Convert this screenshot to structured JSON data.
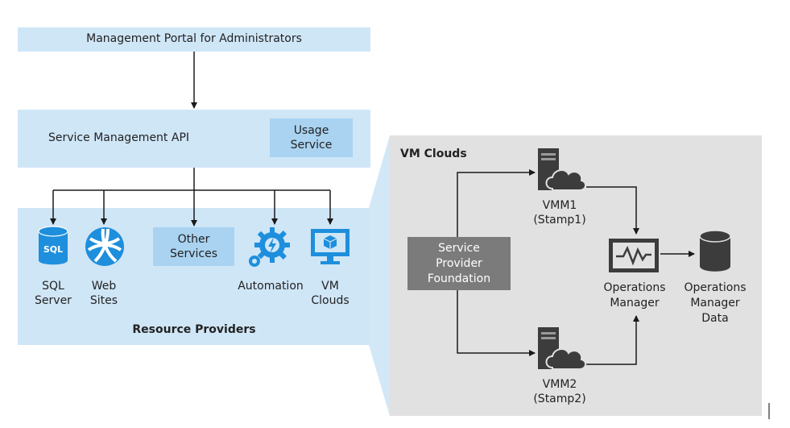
{
  "portal": {
    "label": "Management Portal for Administrators"
  },
  "api": {
    "label": "Service Management API",
    "usage_line1": "Usage",
    "usage_line2": "Service"
  },
  "resource_providers": {
    "title": "Resource Providers",
    "sql": {
      "line1": "SQL",
      "line2": "Server",
      "icon_text": "SQL"
    },
    "web": {
      "line1": "Web",
      "line2": "Sites"
    },
    "other": {
      "line1": "Other",
      "line2": "Services"
    },
    "automation": {
      "label": "Automation"
    },
    "vm": {
      "line1": "VM",
      "line2": "Clouds"
    }
  },
  "vm_clouds": {
    "title": "VM Clouds",
    "spf": {
      "line1": "Service",
      "line2": "Provider",
      "line3": "Foundation"
    },
    "vmm1": {
      "line1": "VMM1",
      "line2": "(Stamp1)"
    },
    "vmm2": {
      "line1": "VMM2",
      "line2": "(Stamp2)"
    },
    "ops": {
      "line1": "Operations",
      "line2": "Manager"
    },
    "ops_data": {
      "line1": "Operations",
      "line2": "Manager",
      "line3": "Data"
    }
  },
  "colors": {
    "light_blue": "#cfe6f7",
    "mid_blue": "#a9d3f1",
    "accent_blue": "#1e8fdc",
    "panel_gray": "#e1e1e1",
    "spf_gray": "#7b7b7b",
    "server_dark": "#3c3c3c"
  }
}
